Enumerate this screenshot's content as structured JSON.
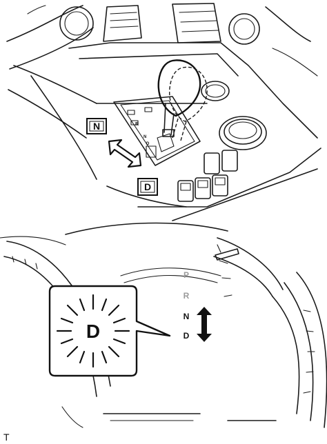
{
  "top_view": {
    "n_label": "N",
    "d_label": "D"
  },
  "bottom_view": {
    "indicator_letter": "D",
    "gear_p": "P",
    "gear_r": "R",
    "gear_n": "N",
    "gear_d": "D"
  },
  "corner_code": "T",
  "colors": {
    "line": "#1a1a1a",
    "inactive_gear": "#9a9a9a",
    "background": "#ffffff"
  }
}
